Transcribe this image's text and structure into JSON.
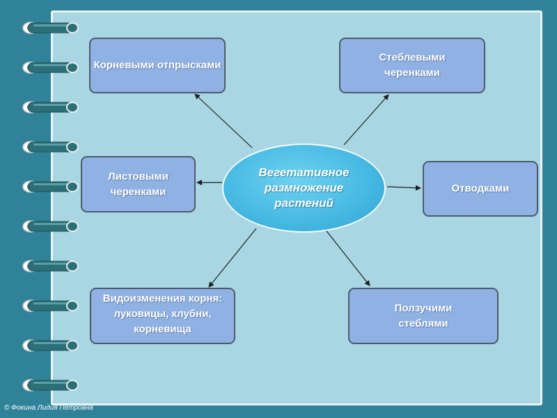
{
  "diagram": {
    "center": "Вегетативное\nразмножение\nрастений",
    "branches": [
      {
        "id": "root-suckers",
        "label": "Корневыми отпрысками"
      },
      {
        "id": "stem-cuttings",
        "label": "Стеблевыми черенками"
      },
      {
        "id": "leaf-cuttings",
        "label": "Листовыми черенками"
      },
      {
        "id": "layering",
        "label": "Отводками"
      },
      {
        "id": "modified-roots",
        "label": "Видоизменения корня: луковицы, клубни, корневища"
      },
      {
        "id": "runners",
        "label": "Ползучими стеблями"
      }
    ]
  },
  "footer": {
    "copyright": "© Фокина Лидия Петровна"
  },
  "colors": {
    "background": "#2f8298",
    "page": "#a9d6e3",
    "box_fill": "#8fb1e4",
    "box_border": "#4d5a6b",
    "center_fill": "#45b8e2"
  }
}
